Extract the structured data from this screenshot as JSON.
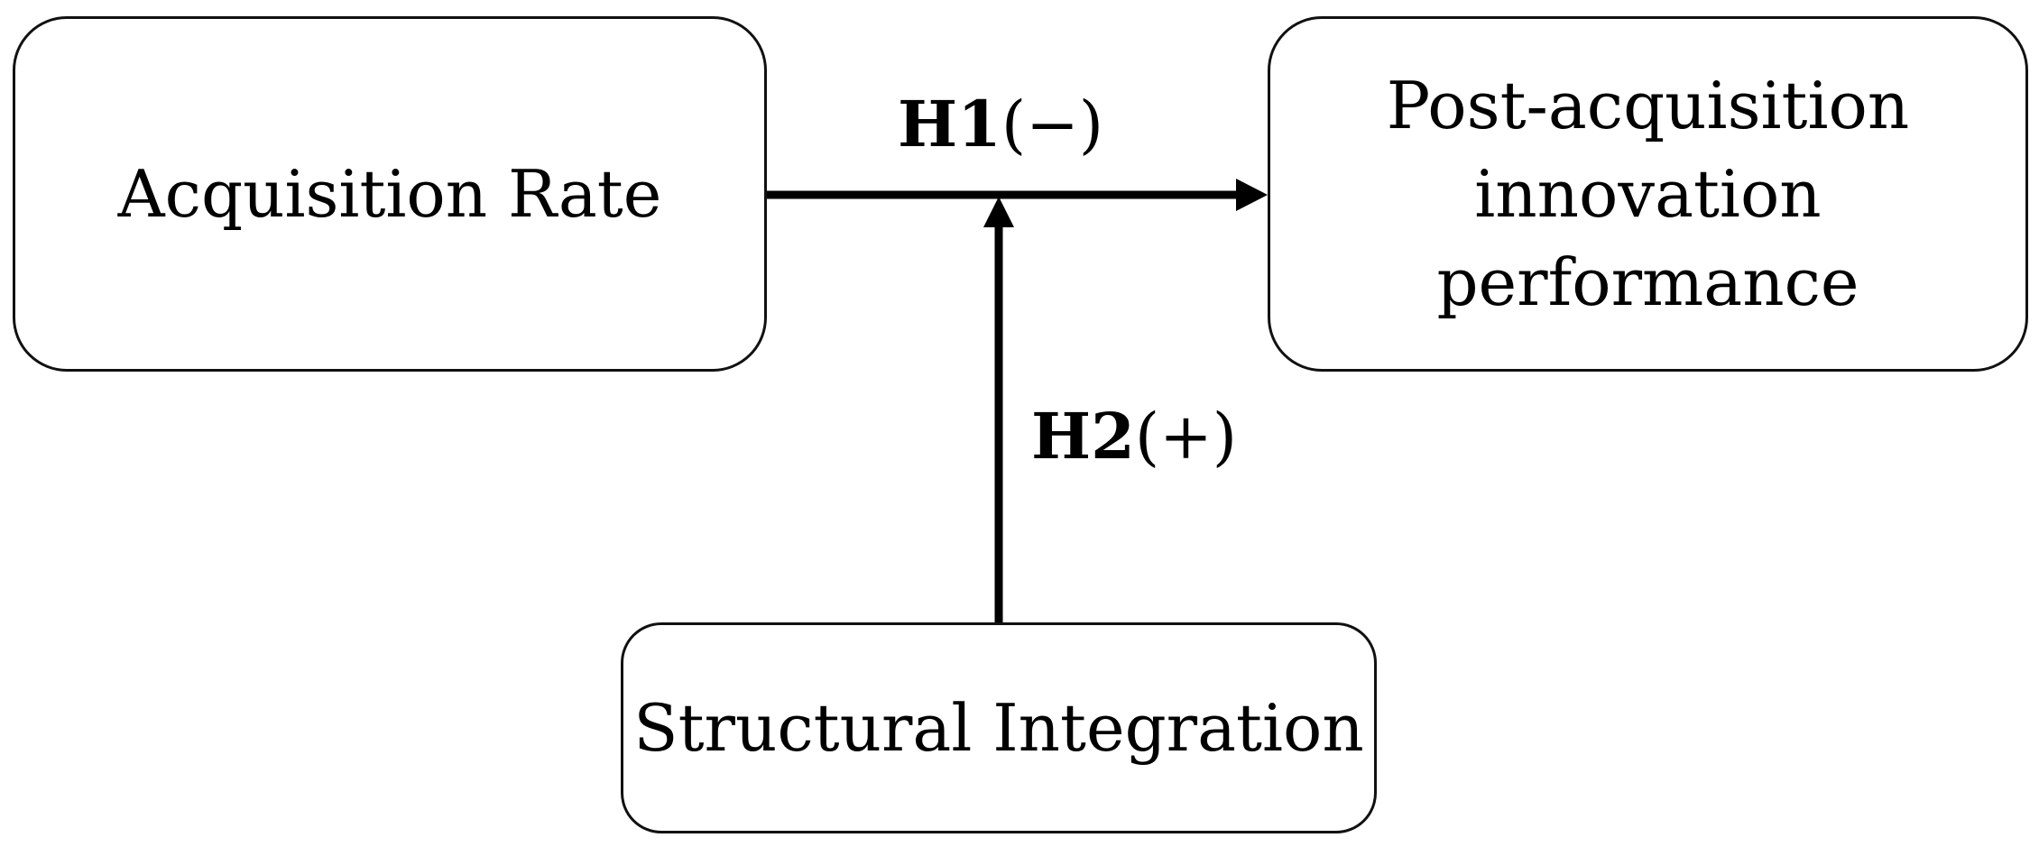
{
  "boxes": {
    "acquisition_rate": "Acquisition Rate",
    "post_acquisition": "Post-acquisition\ninnovation\nperformance",
    "structural_integration": "Structural Integration"
  },
  "hypotheses": {
    "h1": {
      "id": "H1",
      "sign": "(−)"
    },
    "h2": {
      "id": "H2",
      "sign": "(+)"
    }
  }
}
